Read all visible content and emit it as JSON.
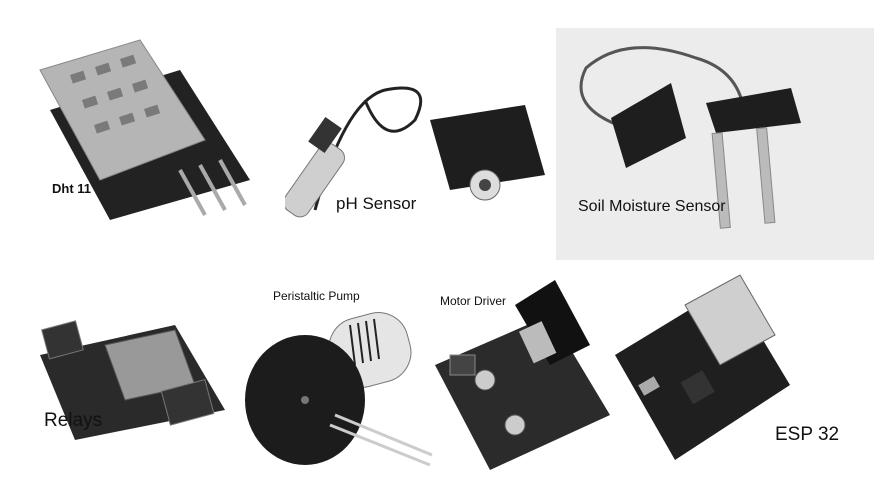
{
  "components": {
    "dht11": {
      "label": "Dht 11"
    },
    "ph_sensor": {
      "label": "pH Sensor"
    },
    "soil_moisture": {
      "label": "Soil Moisture Sensor"
    },
    "relays": {
      "label": "Relays"
    },
    "pump": {
      "label": "Peristaltic Pump"
    },
    "motor_driver": {
      "label": "Motor Driver"
    },
    "esp32": {
      "label": "ESP 32"
    }
  }
}
